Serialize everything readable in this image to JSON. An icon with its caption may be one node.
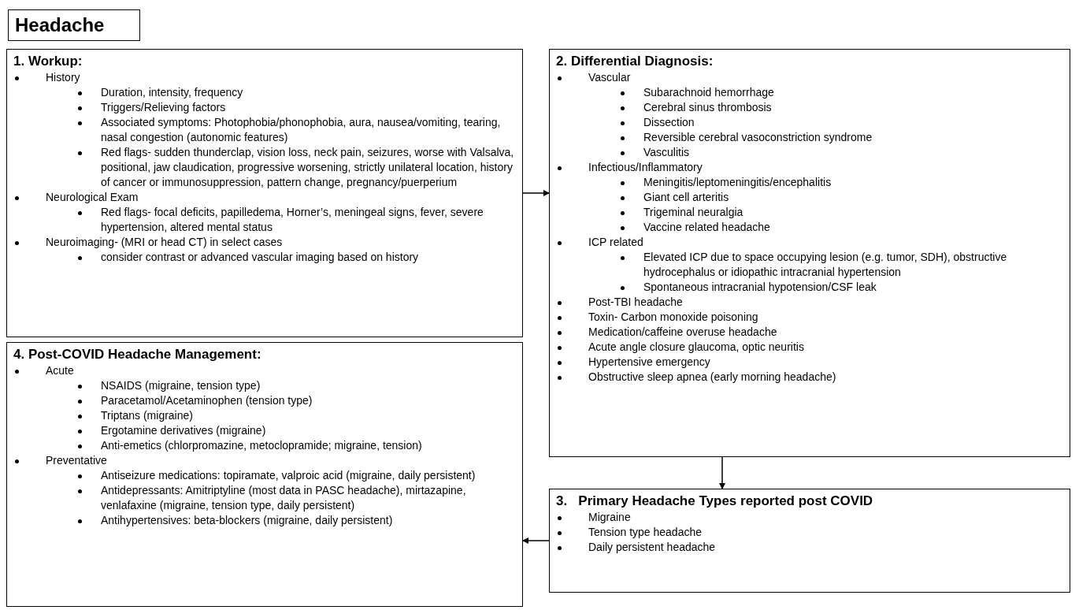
{
  "diagram": {
    "title": "Headache",
    "nodes": [
      {
        "text": [
          "1. Workup:",
          "History",
          "Duration, intensity, frequency",
          "Triggers/Relieving factors",
          "Associated symptoms: Photophobia/phonophobia, aura, nausea/vomiting, tearing, nasal congestion (autonomic features)",
          "Red flags- sudden thunderclap, vision loss, neck pain, seizures, worse with Valsalva, positional, jaw claudication, progressive worsening, strictly unilateral location, history of cancer or immunosuppression, pattern change, pregnancy/puerperium",
          "Neurological Exam",
          "Red flags- focal deficits, papilledema, Horner’s, meningeal signs, fever, severe hypertension, altered mental status",
          "Neuroimaging- (MRI or head CT) in select cases",
          "consider contrast or advanced vascular imaging based on history"
        ]
      },
      {
        "text": [
          "2. Differential Diagnosis:",
          "Vascular",
          "Subarachnoid hemorrhage",
          "Cerebral sinus thrombosis",
          "Dissection",
          "Reversible cerebral vasoconstriction syndrome",
          "Vasculitis",
          "Infectious/Inflammatory",
          "Meningitis/leptomeningitis/encephalitis",
          "Giant cell arteritis",
          "Trigeminal neuralgia",
          "Vaccine related headache",
          "ICP related",
          "Elevated ICP due to space occupying lesion (e.g. tumor, SDH), obstructive hydrocephalus or idiopathic intracranial hypertension",
          "Spontaneous intracranial hypotension/CSF leak",
          "Post-TBI headache",
          "Toxin- Carbon monoxide poisoning",
          "Medication/caffeine overuse headache",
          "Acute angle closure glaucoma, optic neuritis",
          "Hypertensive emergency",
          "Obstructive sleep apnea (early morning headache)"
        ]
      },
      {
        "text": [
          "3.   Primary Headache Types reported post COVID",
          "Migraine",
          "Tension type headache",
          "Daily persistent headache"
        ]
      },
      {
        "text": [
          "4. Post-COVID Headache Management:",
          "Acute",
          "NSAIDS (migraine, tension type)",
          "Paracetamol/Acetaminophen (tension type)",
          "Triptans (migraine)",
          "Ergotamine derivatives (migraine)",
          "Anti-emetics (chlorpromazine, metoclopramide; migraine, tension)",
          "Preventative",
          "Antiseizure medications:  topiramate, valproic acid (migraine, daily persistent)",
          "Antidepressants: Amitriptyline (most data in PASC headache), mirtazapine, venlafaxine (migraine, tension type, daily persistent)",
          "Antihypertensives: beta-blockers (migraine, daily persistent)"
        ]
      }
    ],
    "edges": [
      {
        "from": 0,
        "to": 1,
        "arrow": "to"
      },
      {
        "from": 1,
        "to": 2,
        "arrow": "to"
      },
      {
        "from": 2,
        "to": 3,
        "arrow": "to"
      }
    ]
  }
}
